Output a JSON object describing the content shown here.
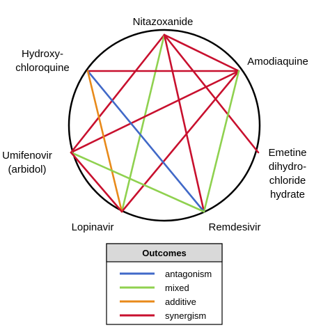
{
  "diagram": {
    "nodes": [
      {
        "id": "nitazoxanide",
        "lines": [
          "Nitazoxanide"
        ]
      },
      {
        "id": "amodiaquine",
        "lines": [
          "Amodiaquine"
        ]
      },
      {
        "id": "emetine",
        "lines": [
          "Emetine",
          "dihydro-",
          "chloride",
          "hydrate"
        ]
      },
      {
        "id": "remdesivir",
        "lines": [
          "Remdesivir"
        ]
      },
      {
        "id": "lopinavir",
        "lines": [
          "Lopinavir"
        ]
      },
      {
        "id": "umifenovir",
        "lines": [
          "Umifenovir",
          "(arbidol)"
        ]
      },
      {
        "id": "hydroxychloroquine",
        "lines": [
          "Hydroxy-",
          "chloroquine"
        ]
      }
    ],
    "edges": [
      {
        "from": "nitazoxanide",
        "to": "umifenovir",
        "outcome": "synergism"
      },
      {
        "from": "nitazoxanide",
        "to": "lopinavir",
        "outcome": "mixed"
      },
      {
        "from": "nitazoxanide",
        "to": "remdesivir",
        "outcome": "synergism"
      },
      {
        "from": "nitazoxanide",
        "to": "amodiaquine",
        "outcome": "synergism"
      },
      {
        "from": "nitazoxanide",
        "to": "emetine",
        "outcome": "synergism"
      },
      {
        "from": "amodiaquine",
        "to": "hydroxychloroquine",
        "outcome": "synergism"
      },
      {
        "from": "amodiaquine",
        "to": "umifenovir",
        "outcome": "synergism"
      },
      {
        "from": "amodiaquine",
        "to": "lopinavir",
        "outcome": "synergism"
      },
      {
        "from": "amodiaquine",
        "to": "remdesivir",
        "outcome": "mixed"
      },
      {
        "from": "hydroxychloroquine",
        "to": "remdesivir",
        "outcome": "antagonism"
      },
      {
        "from": "hydroxychloroquine",
        "to": "lopinavir",
        "outcome": "additive"
      },
      {
        "from": "umifenovir",
        "to": "remdesivir",
        "outcome": "mixed"
      },
      {
        "from": "umifenovir",
        "to": "lopinavir",
        "outcome": "synergism"
      }
    ]
  },
  "legend": {
    "title": "Outcomes",
    "items": [
      {
        "key": "antagonism",
        "label": "antagonism",
        "color": "#4169c8"
      },
      {
        "key": "mixed",
        "label": "mixed",
        "color": "#8fd14f"
      },
      {
        "key": "additive",
        "label": "additive",
        "color": "#e88a1a"
      },
      {
        "key": "synergism",
        "label": "synergism",
        "color": "#c8102e"
      }
    ]
  }
}
